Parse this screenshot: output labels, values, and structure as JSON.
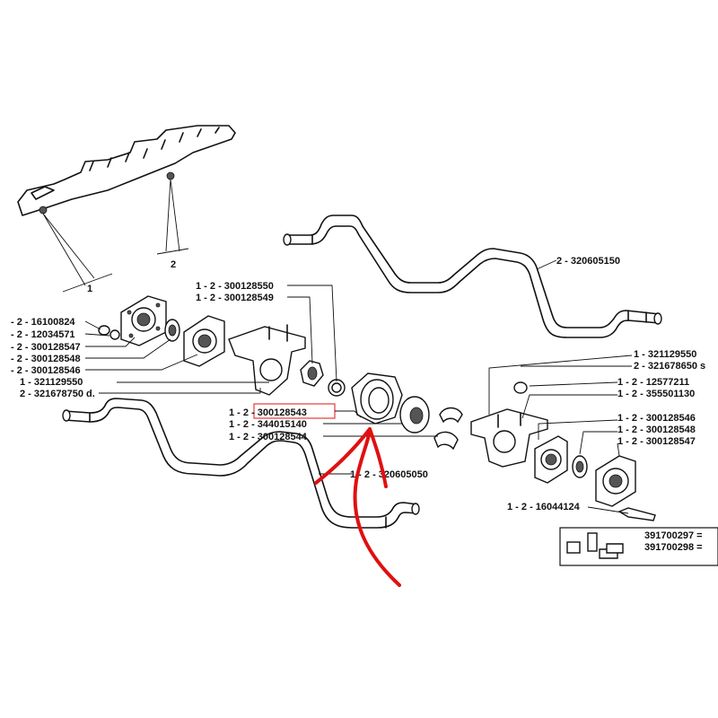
{
  "diagram": {
    "callout_numbers": {
      "one": "1",
      "two": "2"
    },
    "labels_left": [
      "- 2 - 16100824",
      "- 2 - 12034571",
      "- 2 - 300128547",
      "- 2 - 300128548",
      "- 2 - 300128546",
      "1 - 321129550",
      "2 - 321678750 d."
    ],
    "labels_top_center": [
      "1 - 2 - 300128550",
      "1 - 2 - 300128549"
    ],
    "labels_center": [
      "1 - 2 - 300128543",
      "1 - 2 - 344015140",
      "1 - 2 - 300128544"
    ],
    "bar_upper_label": "2 - 320605150",
    "bar_lower_label": "1 - 2 - 320605050",
    "labels_right_top": [
      "1 - 321129550",
      "2 - 321678650 s"
    ],
    "labels_right_mid": [
      "1 - 2 - 12577211",
      "1 - 2 - 355501130"
    ],
    "labels_right_lower": [
      "1 - 2 - 300128546",
      "1 - 2 - 300128548",
      "1 - 2 - 300128547"
    ],
    "label_bolt": "1 - 2 - 16044124",
    "kit_labels": [
      "391700297 =",
      "391700298 ="
    ],
    "highlight_color": "#e53935",
    "arrow_color": "#e01010"
  }
}
